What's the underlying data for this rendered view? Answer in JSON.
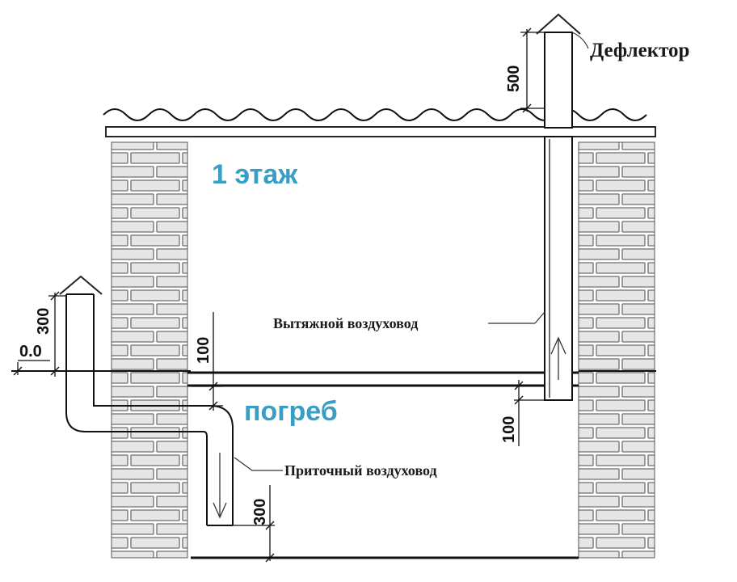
{
  "labels": {
    "floor1": "1 этаж",
    "cellar": "погреб",
    "deflector": "Дефлектор",
    "exhaust_duct": "Вытяжной воздуховод",
    "supply_duct": "Приточный воздуховод"
  },
  "dimensions": {
    "roof_pipe": "500",
    "outside_pipe": "300",
    "ground_level": "0.0",
    "supply_top": "100",
    "exhaust_bottom": "100",
    "supply_floor": "300"
  },
  "colors": {
    "room_label": "#3a9ec4",
    "brick_fill": "#e6e6e6",
    "brick_stroke": "#6e6e6e",
    "line": "#111111"
  }
}
